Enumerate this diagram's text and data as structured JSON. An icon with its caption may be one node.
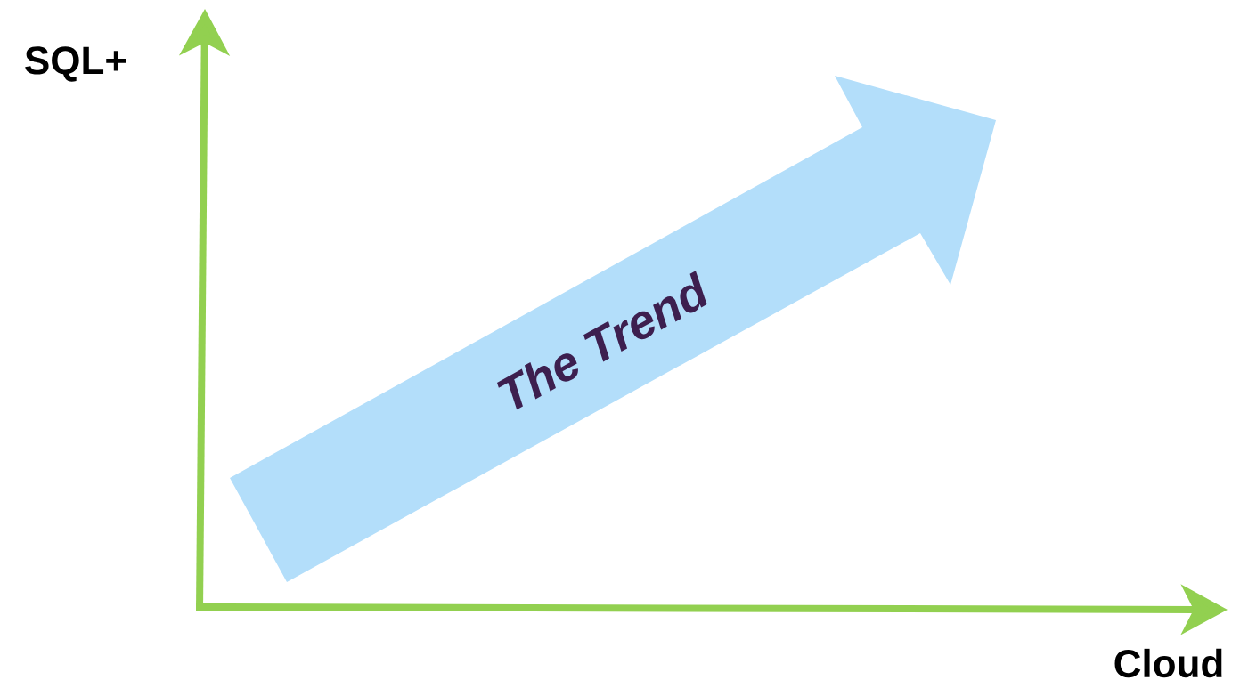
{
  "diagram": {
    "nodes": [
      {
        "text": [
          "The Trend"
        ]
      }
    ],
    "labels": [
      "SQL+",
      "Cloud"
    ]
  }
}
